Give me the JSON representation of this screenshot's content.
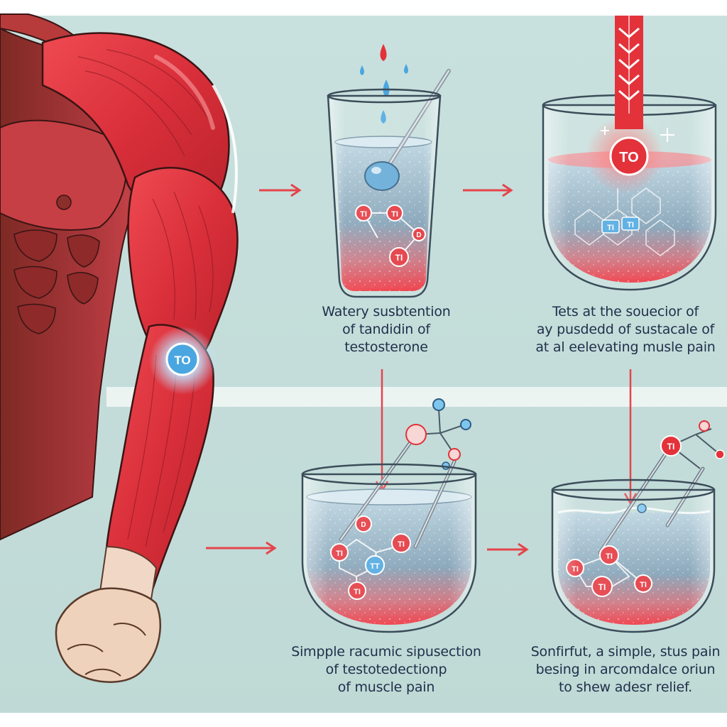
{
  "arm": {
    "badge": "TO"
  },
  "steps": [
    {
      "caption": [
        "Watery susbtention",
        "of tandidin of",
        "testosterone"
      ],
      "molecule_labels": [
        "TI",
        "TI",
        "D",
        "TI"
      ]
    },
    {
      "badge": "TO",
      "caption": [
        "Tets at the souecior of",
        "ay pusdedd of sustacale of",
        "at al eelevating musle pain"
      ],
      "molecule_labels": [
        "TI",
        "TI"
      ]
    },
    {
      "caption": [
        "Simpple racumic sipusection",
        "of testotedectionp",
        "of muscle pain"
      ],
      "molecule_labels": [
        "D",
        "TI",
        "TI",
        "TT",
        "TI"
      ]
    },
    {
      "caption": [
        "Sonfirfut, a simple, stus pain",
        "besing in arcomdalce oriun",
        "to shew adesr relief."
      ],
      "molecule_labels": [
        "TI",
        "TI",
        "TI",
        "TI",
        "TI"
      ]
    }
  ],
  "colors": {
    "background": "#c4dedb",
    "muscle": "#e0343f",
    "liquid": "#8fb3c8",
    "accent_red": "#e3323a",
    "badge_blue": "#4aa6e0",
    "text": "#1f2f4a"
  }
}
